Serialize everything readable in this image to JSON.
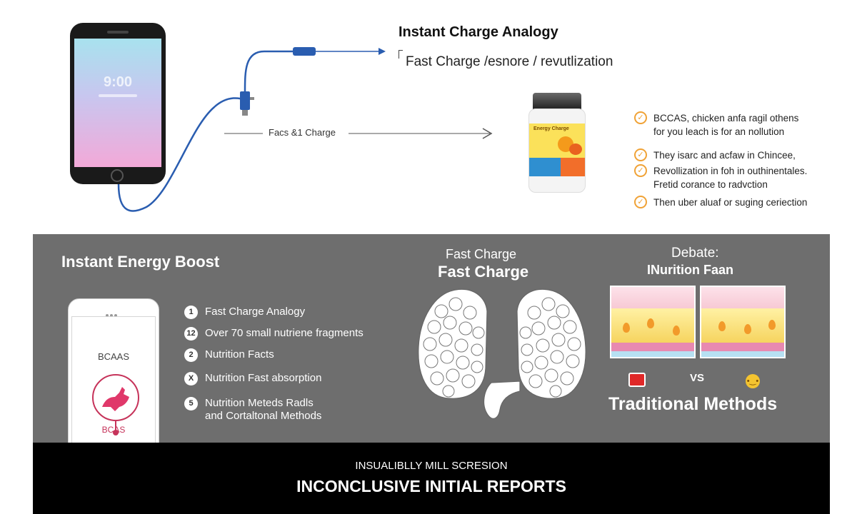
{
  "top": {
    "phone_clock": "9:00",
    "title": "Instant Charge Analogy",
    "subtitle": "Fast Charge /esnore / revutlization",
    "arrow_label": "Facs &1 Charge",
    "bottle_label": "Energy Charge",
    "checklist": [
      {
        "line1": "BCCAS, chicken anfa ragil othens",
        "line2": "for you leach is for an nollution"
      },
      {
        "line1": "They isarc and acfaw in Chincee,",
        "line2": ""
      },
      {
        "line1": "Revollization in foh in outhinentales.",
        "line2": "Fretid corance to radvction"
      },
      {
        "line1": "Then uber aluaf or suging ceriection",
        "line2": ""
      }
    ]
  },
  "middle": {
    "title": "Instant Energy Boost",
    "phone_text_top": "BCAAS",
    "phone_text_bottom": "BCAS",
    "list": [
      {
        "badge": "1",
        "text": "Fast Charge Analogy",
        "text2": ""
      },
      {
        "badge": "12",
        "text": "Over 70 small nutriene fragments",
        "text2": ""
      },
      {
        "badge": "2",
        "text": "Nutrition Facts",
        "text2": ""
      },
      {
        "badge": "X",
        "text": "Nutrition Fast absorption",
        "text2": ""
      },
      {
        "badge": "5",
        "text": "Nutrition Meteds Radls",
        "text2": "and Cortaltonal Methods"
      }
    ],
    "fast_charge_small": "Fast Charge",
    "fast_charge_big": "Fast Charge",
    "debate_title": "Debate:",
    "debate_subtitle": "INurition Faan",
    "vs": "VS",
    "traditional": "Traditional Methods"
  },
  "bottom": {
    "subtitle": "INSUALIBLLY MILL SCRESION",
    "title": "INCONCLUSIVE INITIAL REPORTS"
  },
  "colors": {
    "middle_bg": "#6e6e6e",
    "bottom_bg": "#000000",
    "cable": "#2a5db0",
    "check_accent": "#f0a236",
    "brand_magenta": "#c6335a"
  },
  "icons": [
    "check-circle-icon",
    "usb-plug-icon",
    "arrow-right-icon",
    "lungs-icon",
    "red-box-icon",
    "emoji-face-icon",
    "chicken-icon"
  ]
}
